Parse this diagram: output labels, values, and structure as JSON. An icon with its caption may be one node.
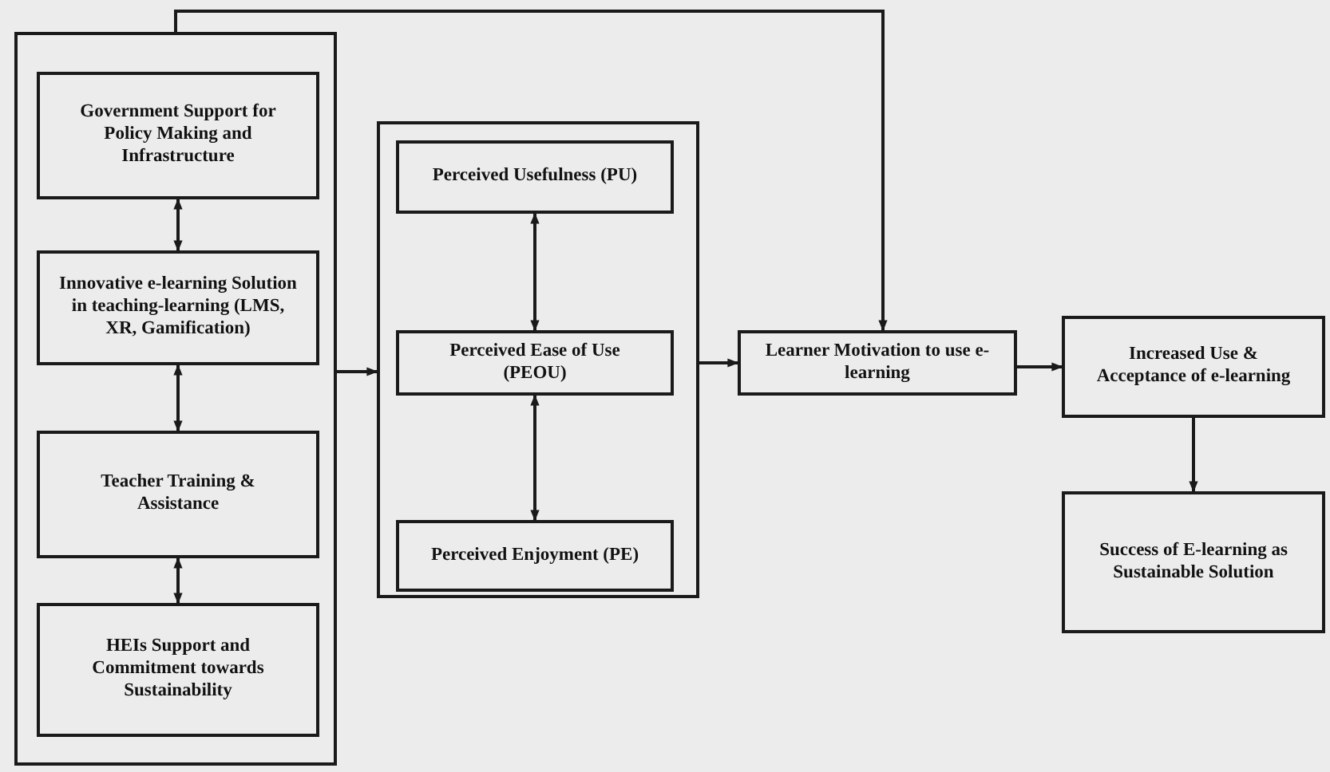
{
  "diagram": {
    "nodes": [
      {
        "text": [],
        "shape": "box"
      },
      {
        "text": [
          "Government Support for Policy Making and Infrastructure"
        ],
        "in": 0
      },
      {
        "text": [
          "Innovative e-learning Solution in teaching-learning (LMS, XR, Gamification)"
        ],
        "in": 0
      },
      {
        "text": [
          "Teacher Training & Assistance"
        ],
        "in": 0
      },
      {
        "text": [
          "HEIs Support and Commitment towards Sustainability"
        ],
        "in": 0
      },
      {
        "text": [],
        "shape": "box"
      },
      {
        "text": [
          "Perceived Usefulness (PU)"
        ],
        "in": 5
      },
      {
        "text": [
          "Perceived Ease of Use (PEOU)"
        ],
        "in": 5
      },
      {
        "text": [
          "Perceived Enjoyment (PE)"
        ],
        "in": 5
      },
      {
        "text": [
          "Learner Motivation to use e-learning"
        ]
      },
      {
        "text": [
          "Increased Use & Acceptance of e-learning"
        ]
      },
      {
        "text": [
          "Success of E-learning as Sustainable Solution"
        ]
      }
    ],
    "edges": [
      {
        "from": 1,
        "to": 2,
        "arrow": "both"
      },
      {
        "from": 2,
        "to": 3,
        "arrow": "both"
      },
      {
        "from": 3,
        "to": 4,
        "arrow": "both"
      },
      {
        "from": 0,
        "to": 5,
        "arrow": "to"
      },
      {
        "from": 6,
        "to": 7,
        "arrow": "both"
      },
      {
        "from": 7,
        "to": 8,
        "arrow": "both"
      },
      {
        "from": 5,
        "to": 9,
        "arrow": "to"
      },
      {
        "from": 0,
        "to": 9,
        "arrow": "to"
      },
      {
        "from": 9,
        "to": 10,
        "arrow": "to"
      },
      {
        "from": 10,
        "to": 11,
        "arrow": "to"
      }
    ]
  }
}
